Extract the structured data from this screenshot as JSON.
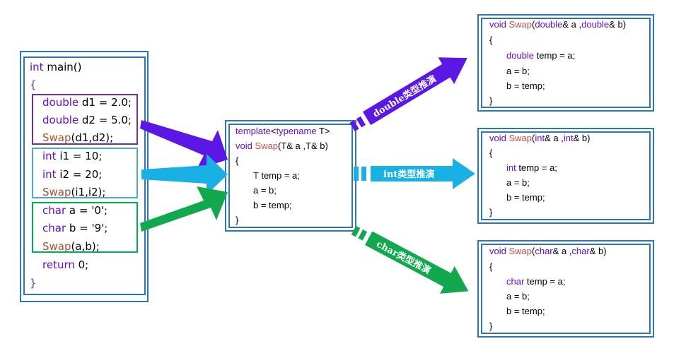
{
  "main_box": {
    "lines": [
      {
        "kw": "int",
        "rest": " main()"
      },
      {
        "brace": "{"
      },
      {
        "kw": "double",
        "rest": " d1 = 2.0;"
      },
      {
        "kw": "double",
        "rest": " d2 = 5.0;"
      },
      {
        "fn": "Swap",
        "rest": "(d1,d2);"
      },
      {
        "kw": "int",
        "rest": " i1 = 10;"
      },
      {
        "kw": "int",
        "rest": " i2 = 20;"
      },
      {
        "fn": "Swap",
        "rest": "(i1,i2);"
      },
      {
        "kw": "char",
        "rest": " a = '0';"
      },
      {
        "kw": "char",
        "rest": " b = '9';"
      },
      {
        "fn": "Swap",
        "rest": "(a,b);"
      },
      {
        "kw": "return",
        "rest": " 0;"
      },
      {
        "brace": "}"
      }
    ]
  },
  "template_box": {
    "l1_kw": "template",
    "l1_a": "<",
    "l1_kw2": "typename",
    "l1_b": " T>",
    "l2_kw": "void",
    "l2_fn": " Swap",
    "l2_rest": "(T& a ,T& b)",
    "l3": "{",
    "l4_kw": "T",
    "l4_rest": " temp = a;",
    "l5": "a = b;",
    "l6": "b = temp;",
    "l7": "}"
  },
  "instances": {
    "double": {
      "kw": "void",
      "fn": " Swap",
      "p1": "(",
      "t1": "double",
      "p2": "& a ,",
      "t2": "double",
      "p3": "& b)",
      "open": "{",
      "decl_kw": "double",
      "decl_rest": " temp = a;",
      "l_ab": "a = b;",
      "l_bt": "b = temp;",
      "close": "}"
    },
    "int": {
      "kw": "void",
      "fn": " Swap",
      "p1": "(",
      "t1": "int",
      "p2": "& a ,",
      "t2": "int",
      "p3": "& b)",
      "open": "{",
      "decl_kw": "int",
      "decl_rest": " temp = a;",
      "l_ab": "a = b;",
      "l_bt": "b = temp;",
      "close": "}"
    },
    "char": {
      "kw": "void",
      "fn": " Swap",
      "p1": "(",
      "t1": "char",
      "p2": "& a ,",
      "t2": "char",
      "p3": "& b)",
      "open": "{",
      "decl_kw": "char",
      "decl_rest": " temp = a;",
      "l_ab": "a = b;",
      "l_bt": "b = temp;",
      "close": "}"
    }
  },
  "arrow_labels": {
    "double": "double类型推演",
    "int": "int类型推演",
    "char": "char类型推演"
  },
  "colors": {
    "border": "#2e75b6",
    "double_group": "#7030a0",
    "int_group": "#4bacc6",
    "char_group": "#00b050",
    "arrow_double": "#5b17e6",
    "arrow_int": "#19b0e6",
    "arrow_char": "#11a84e"
  }
}
